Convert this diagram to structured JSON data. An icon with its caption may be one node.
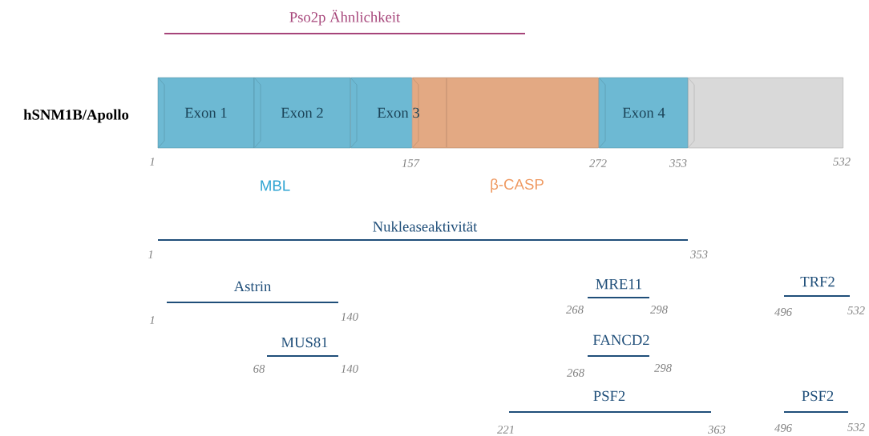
{
  "diagram": {
    "nodes": [
      {
        "text": [
          "Exon 1"
        ]
      },
      {
        "text": [
          "Exon 2"
        ]
      },
      {
        "text": [
          "Exon 3"
        ]
      },
      {
        "text": [],
        "shape": "box"
      },
      {
        "text": [
          "Exon 4"
        ]
      },
      {
        "text": [],
        "shape": "box"
      }
    ],
    "labels": [
      "Pso2p Ähnlichkeit",
      "hSNM1B/Apollo",
      "1",
      "157",
      "272",
      "353",
      "532",
      "MBL",
      "β-CASP",
      "Nukleaseaktivität",
      "1",
      "353",
      "Astrin",
      "MRE11",
      "TRF2",
      "1",
      "140",
      "268",
      "298",
      "496",
      "532",
      "MUS81",
      "FANCD2",
      "68",
      "140",
      "268",
      "298",
      "PSF2",
      "PSF2",
      "221",
      "363",
      "496",
      "532"
    ]
  }
}
